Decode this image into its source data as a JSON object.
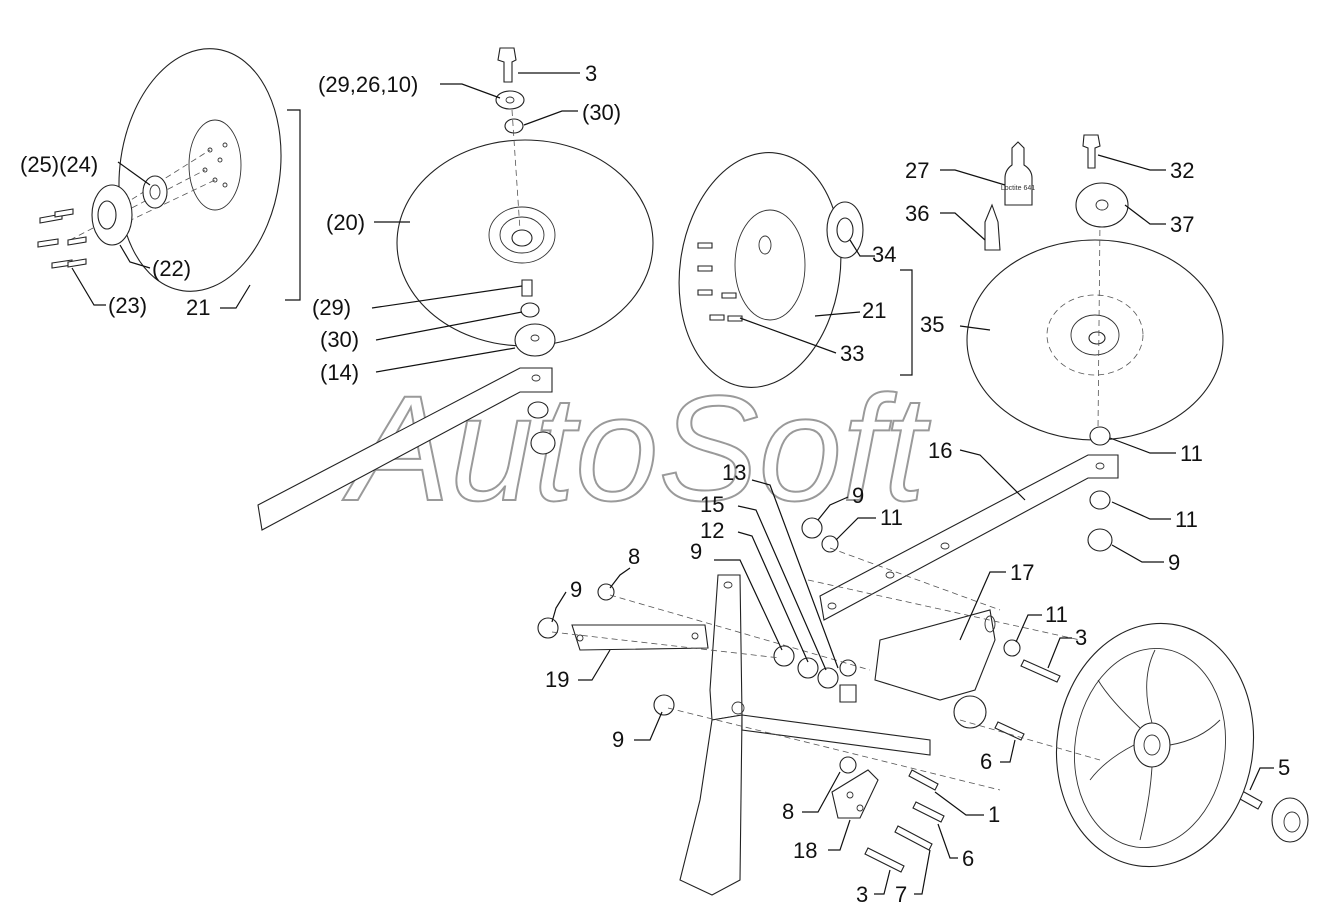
{
  "diagram": {
    "watermark": "AutoSoft",
    "bottle_label": "Loctite 641",
    "callouts": [
      "(25)(24)",
      "(23)",
      "(22)",
      "21",
      "(20)",
      "(29,26,10)",
      "3",
      "(30)",
      "(29)",
      "(30)",
      "(14)",
      "27",
      "36",
      "32",
      "37",
      "34",
      "21",
      "35",
      "33",
      "11",
      "16",
      "11",
      "9",
      "13",
      "9",
      "11",
      "15",
      "12",
      "8",
      "9",
      "9",
      "19",
      "17",
      "11",
      "3",
      "9",
      "6",
      "8",
      "1",
      "5",
      "18",
      "6",
      "3",
      "7"
    ]
  }
}
